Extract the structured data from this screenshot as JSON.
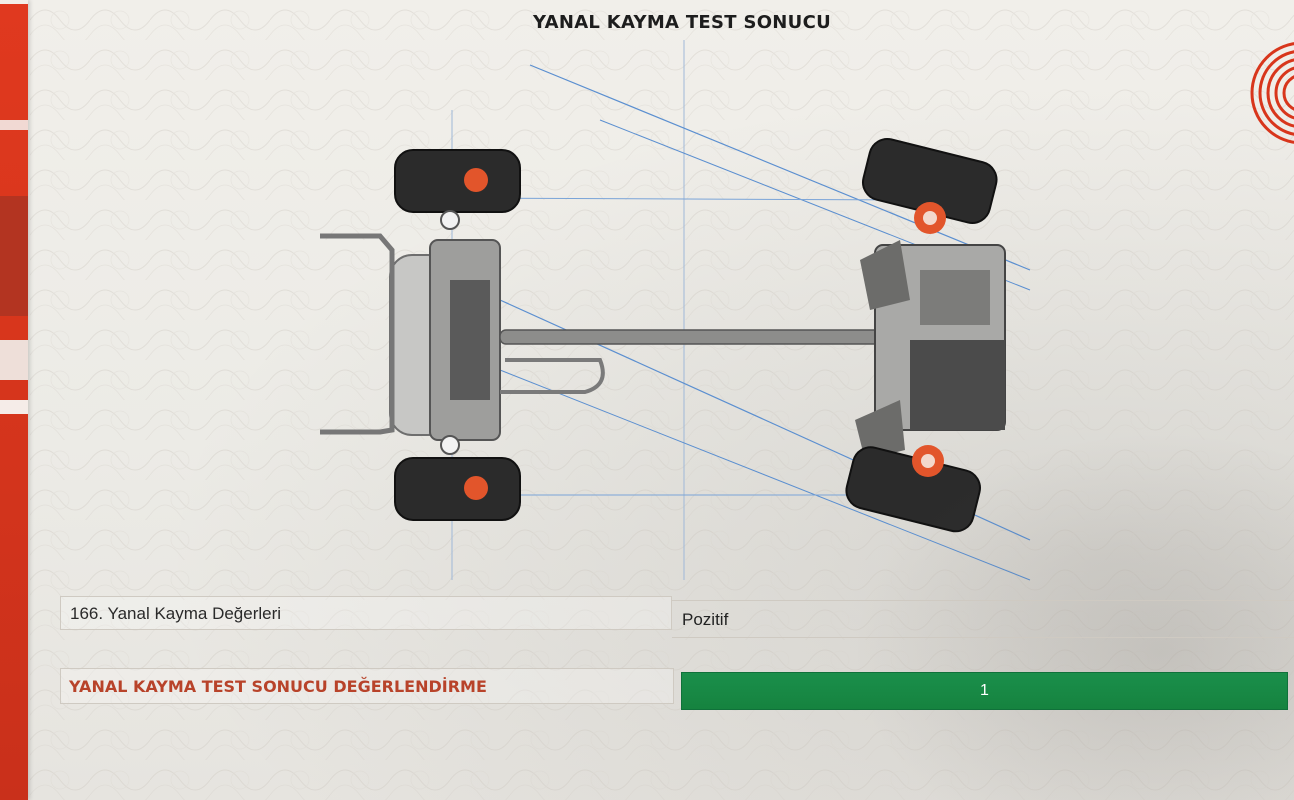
{
  "title": "YANAL KAYMA TEST SONUCU",
  "results": [
    {
      "label": "166. Yanal Kayma Değerleri",
      "value": "Pozitif"
    },
    {
      "label": "YANAL KAYMA TEST SONUCU DEĞERLENDİRME",
      "value": "1"
    }
  ],
  "colors": {
    "accent_red": "#d8361c",
    "label_red": "#b8432a",
    "result_green": "#1a8f4b",
    "guide_lines": "#5b8fd0"
  },
  "icons": [
    "chassis-illustration",
    "brand-seal-icon",
    "guilloche-background"
  ]
}
